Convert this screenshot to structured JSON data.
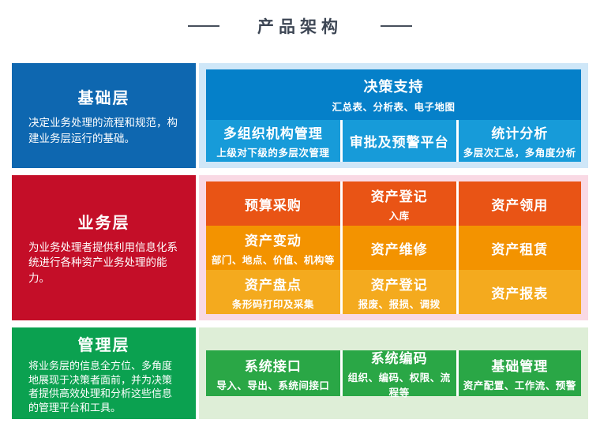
{
  "header": {
    "title": "产品架构"
  },
  "colors": {
    "title_text": "#3d4654",
    "blue_side": "#0e67b0",
    "blue_panel_bg": "#cfe7f8",
    "blue_featured_box": "#0580c9",
    "blue_cell_box": "#179bd9",
    "red_side": "#c40e28",
    "pink_panel_bg": "#f9d9e4",
    "vermilion_row": "#e95415",
    "orange_row": "#f39300",
    "amber_row": "#f4aa1e",
    "green_side": "#0ba150",
    "green_panel_bg": "#deeed7",
    "green_cell_box": "#2aa746"
  },
  "layers": [
    {
      "title": "基础层",
      "description": "决定业务处理的流程和规范，构建业务层运行的基础。",
      "featured": {
        "title": "决策支持",
        "subtitle": "汇总表、分析表、电子地图"
      },
      "cells": [
        {
          "title": "多组织机构管理",
          "subtitle": "上级对下级的多层次管理"
        },
        {
          "title": "审批及预警平台"
        },
        {
          "title": "统计分析",
          "subtitle": "多层次汇总，多角度分析"
        }
      ]
    },
    {
      "title": "业务层",
      "description": "为业务处理者提供利用信息化系统进行各种资产业务处理的能力。",
      "rows": [
        [
          {
            "title": "预算采购"
          },
          {
            "title": "资产登记",
            "subtitle": "入库"
          },
          {
            "title": "资产领用"
          }
        ],
        [
          {
            "title": "资产变动",
            "subtitle": "部门、地点、价值、机构等"
          },
          {
            "title": "资产维修"
          },
          {
            "title": "资产租赁"
          }
        ],
        [
          {
            "title": "资产盘点",
            "subtitle": "条形码打印及采集"
          },
          {
            "title": "资产登记",
            "subtitle": "报废、报损、调拨"
          },
          {
            "title": "资产报表"
          }
        ]
      ]
    },
    {
      "title": "管理层",
      "description": "将业务层的信息全方位、多角度地展现于决策者面前，并为决策者提供高效处理和分析这些信息的管理平台和工具。",
      "cells": [
        {
          "title": "系统接口",
          "subtitle": "导入、导出、系统间接口"
        },
        {
          "title": "系统编码",
          "subtitle": "组织、编码、权限、流程等"
        },
        {
          "title": "基础管理",
          "subtitle": "资产配置、工作流、预警"
        }
      ]
    }
  ]
}
